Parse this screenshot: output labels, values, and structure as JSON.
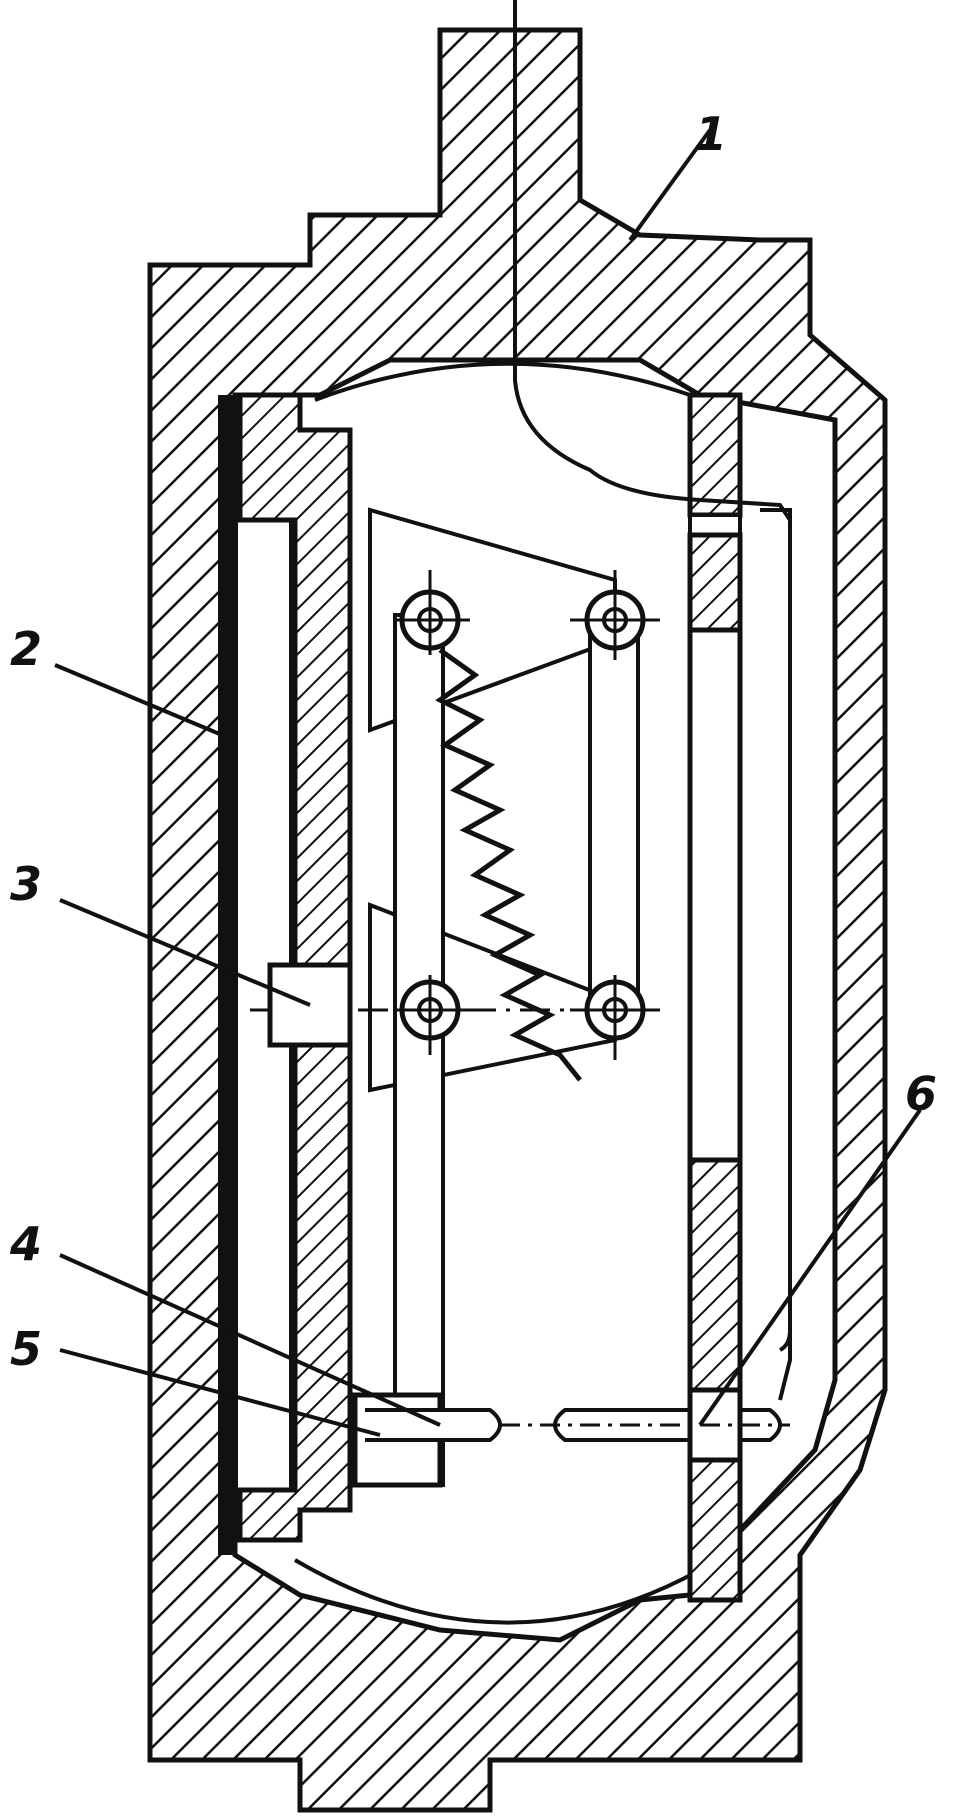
{
  "diagram": {
    "ink_color": "#111111",
    "paper_color": "#ffffff",
    "callouts": [
      {
        "id": "1",
        "label": "1"
      },
      {
        "id": "2",
        "label": "2"
      },
      {
        "id": "3",
        "label": "3"
      },
      {
        "id": "4",
        "label": "4"
      },
      {
        "id": "5",
        "label": "5"
      },
      {
        "id": "6",
        "label": "6"
      }
    ]
  }
}
